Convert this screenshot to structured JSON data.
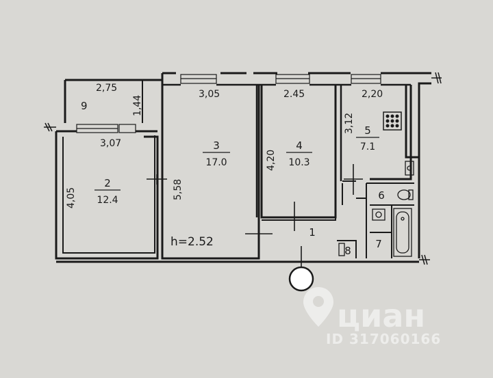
{
  "plan": {
    "ceiling_height": "h=2.52",
    "rooms": [
      {
        "id": "room-9",
        "number": "9",
        "area": ""
      },
      {
        "id": "room-2",
        "number": "2",
        "area": "12.4"
      },
      {
        "id": "room-3",
        "number": "3",
        "area": "17.0"
      },
      {
        "id": "room-4",
        "number": "4",
        "area": "10.3"
      },
      {
        "id": "room-5",
        "number": "5",
        "area": "7.1"
      },
      {
        "id": "room-1",
        "number": "1",
        "area": ""
      },
      {
        "id": "room-6",
        "number": "6",
        "area": ""
      },
      {
        "id": "room-7",
        "number": "7",
        "area": ""
      },
      {
        "id": "room-8",
        "number": "8",
        "area": ""
      }
    ],
    "dimensions": {
      "balcony_width": "2,75",
      "balcony_depth": "1,44",
      "room2_width": "3,07",
      "room2_length": "4,05",
      "room3_width": "3,05",
      "room3_length": "5,58",
      "room4_width": "2.45",
      "room4_length": "4,20",
      "room5_width": "2,20",
      "room5_length": "3,12"
    }
  },
  "watermark": {
    "brand": "циан",
    "listing_id": "ID 317060166"
  }
}
